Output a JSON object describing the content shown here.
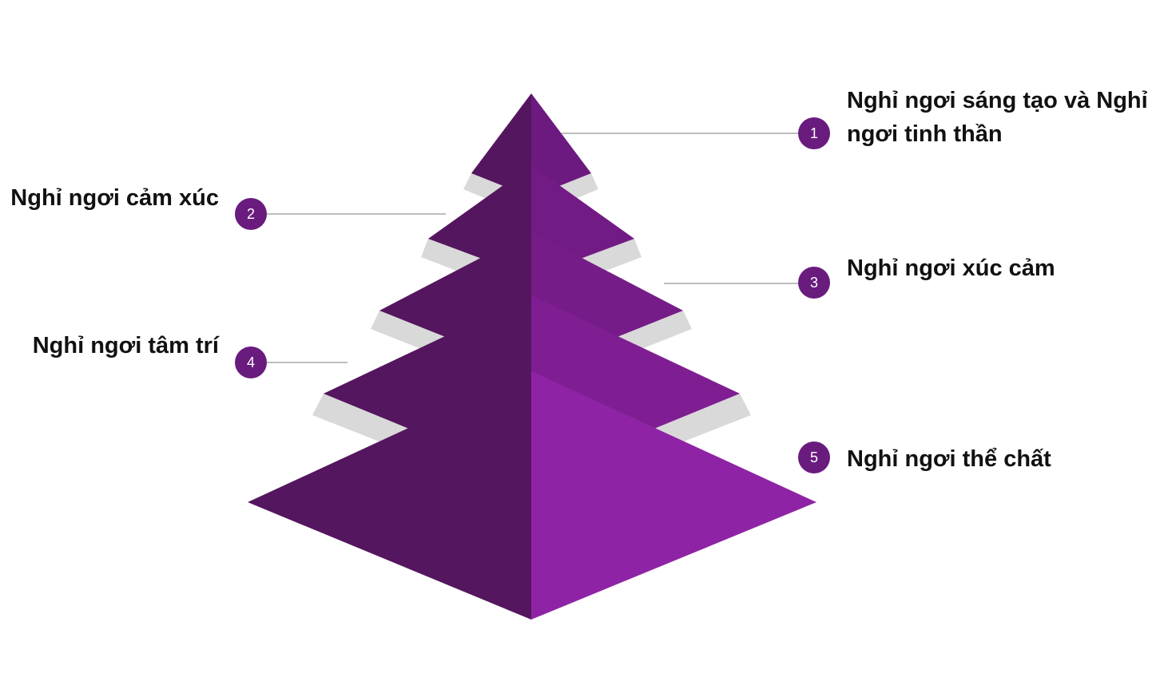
{
  "colors": {
    "left_face": "#54165e",
    "right_faces": [
      "#6d1a80",
      "#721b84",
      "#761c88",
      "#7f1e92",
      "#8f23a5"
    ],
    "gap_face": "#d9d9d9",
    "badge": "#6a1b7e",
    "leader": "#bdbdbd",
    "text": "#111111"
  },
  "levels": [
    {
      "number": "1",
      "label_lines": [
        "Nghỉ ngơi sáng tạo và Nghỉ",
        "ngơi tinh thần"
      ]
    },
    {
      "number": "2",
      "label_lines": [
        "Nghỉ ngơi cảm xúc"
      ]
    },
    {
      "number": "3",
      "label_lines": [
        "Nghỉ ngơi xúc cảm"
      ]
    },
    {
      "number": "4",
      "label_lines": [
        "Nghỉ ngơi tâm trí"
      ]
    },
    {
      "number": "5",
      "label_lines": [
        "Nghỉ ngơi thể chất"
      ]
    }
  ]
}
